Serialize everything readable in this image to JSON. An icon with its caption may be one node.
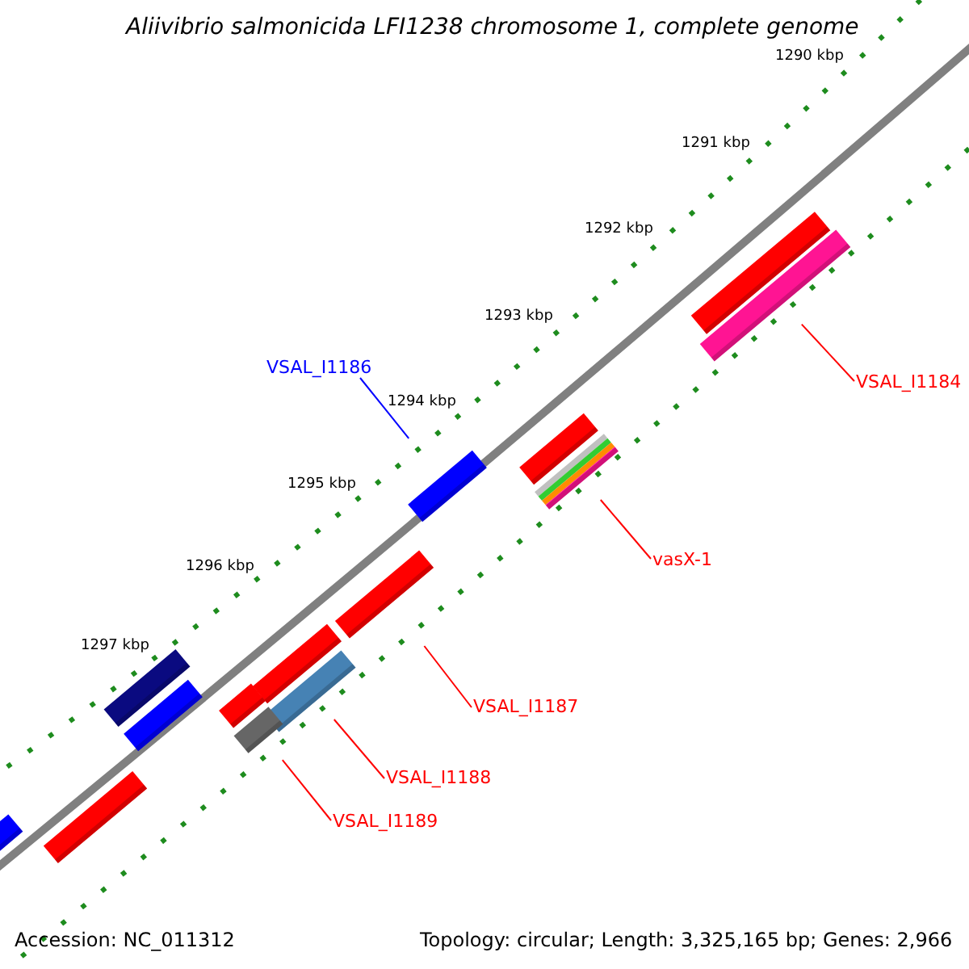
{
  "diagram": {
    "title": "Aliivibrio salmonicida LFI1238 chromosome 1, complete genome",
    "nodes": [
      {
        "text": [],
        "shape": "bar"
      },
      {
        "text": [],
        "shape": "bar"
      },
      {
        "text": [
          "VSAL_I1186"
        ]
      },
      {
        "text": [
          "VSAL_I1184"
        ]
      },
      {
        "text": [],
        "shape": "bar"
      },
      {
        "text": [],
        "shape": "bar"
      },
      {
        "text": [],
        "shape": "bar"
      },
      {
        "text": [
          "vasX-1"
        ]
      },
      {
        "text": [],
        "shape": "bar"
      },
      {
        "text": [],
        "shape": "bar"
      },
      {
        "text": [],
        "shape": "bar"
      },
      {
        "text": [],
        "shape": "bar"
      },
      {
        "text": [],
        "shape": "bar"
      },
      {
        "text": [],
        "shape": "bar"
      },
      {
        "text": [
          "VSAL_I1187"
        ]
      },
      {
        "text": [],
        "shape": "bar"
      },
      {
        "text": [
          "VSAL_I1188"
        ]
      },
      {
        "text": [
          "VSAL_I1189"
        ]
      },
      {
        "text": [],
        "shape": "bar"
      },
      {
        "text": [],
        "shape": "bar"
      }
    ],
    "edges": [
      {
        "from": 2,
        "to": 6,
        "arrow": "none",
        "color": "#0000ff"
      },
      {
        "from": 3,
        "to": 1,
        "arrow": "none"
      },
      {
        "from": 7,
        "to": 5,
        "arrow": "none"
      },
      {
        "from": 14,
        "to": 8,
        "arrow": "none"
      },
      {
        "from": 16,
        "to": 11,
        "arrow": "none"
      },
      {
        "from": 17,
        "to": 15,
        "arrow": "none"
      }
    ],
    "labels": [
      "1290 kbp",
      "1291 kbp",
      "1292 kbp",
      "1293 kbp",
      "1294 kbp",
      "1295 kbp",
      "1296 kbp",
      "1297 kbp",
      "Accession: NC_011312",
      "Topology: circular; Length: 3,325,165 bp; Genes: 2,966"
    ]
  }
}
